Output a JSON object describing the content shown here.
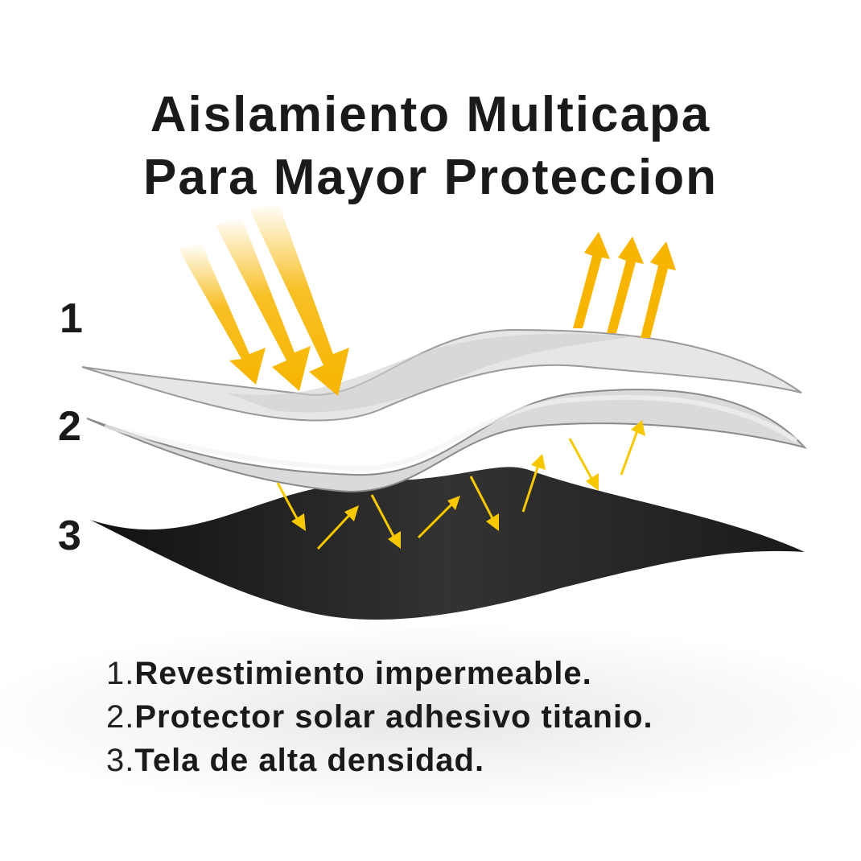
{
  "title": {
    "line1": "Aislamiento Multicapa",
    "line2": "Para Mayor Proteccion"
  },
  "layer_numbers": [
    "1",
    "2",
    "3"
  ],
  "legend": [
    {
      "number": "1.",
      "text": "Revestimiento impermeable."
    },
    {
      "number": "2.",
      "text": "Protector solar adhesivo titanio."
    },
    {
      "number": "3.",
      "text": "Tela de alta densidad."
    }
  ],
  "colors": {
    "arrow": "#f7b500",
    "layer1": "#e4e4e4",
    "layer2": "#dcdcdc",
    "layer3": "#2a2a2a",
    "text": "#1a1a1a"
  }
}
